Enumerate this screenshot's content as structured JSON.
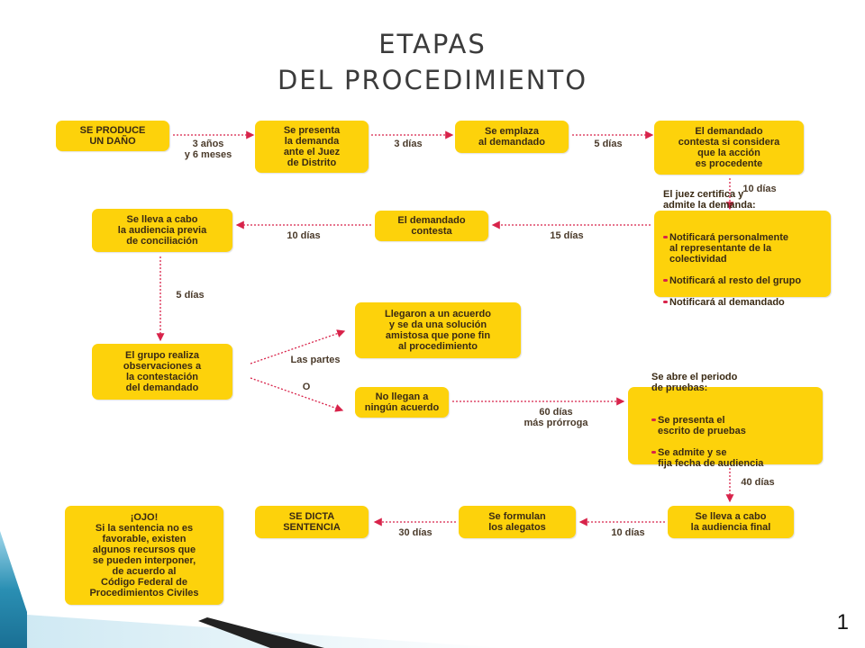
{
  "title_line1": "ETAPAS",
  "title_line2": "DEL PROCEDIMIENTO",
  "nodes": {
    "n1": "SE PRODUCE\nUN DAÑO",
    "n2": "Se presenta\nla demanda\nante el Juez\nde Distrito",
    "n3": "Se emplaza\nal demandado",
    "n4": "El demandado\ncontesta si considera\nque la acción\nes procedente",
    "n5_head": "El juez certifica y\nadmite la demanda:",
    "n5_items": [
      "Notificará personalmente\nal representante de la\ncolectividad",
      "Notificará al resto del grupo",
      "Notificará al demandado"
    ],
    "n6": "El demandado\ncontesta",
    "n7": "Se lleva a cabo\nla audiencia previa\nde conciliación",
    "n8": "El grupo realiza\nobservaciones a\nla contestación\ndel demandado",
    "n9": "Llegaron a un acuerdo\ny se da una solución\namistosa que pone fin\nal procedimiento",
    "n10": "No llegan a\nningún acuerdo",
    "n11_head": "Se abre el periodo\nde pruebas:",
    "n11_items": [
      "Se presenta el\nescrito de pruebas",
      "Se admite y se\nfija fecha de audiencia"
    ],
    "n12": "Se lleva a cabo\nla audiencia final",
    "n13": "Se formulan\nlos alegatos",
    "n14": "SE DICTA\nSENTENCIA",
    "n15": "¡OJO!\nSi la sentencia no es\nfavorable, existen\nalgunos recursos que\nse pueden interponer,\nde acuerdo al\nCódigo Federal de\nProcedimientos Civiles"
  },
  "labels": {
    "l1": "3 años\ny 6 meses",
    "l2": "3 días",
    "l3": "5 días",
    "l4": "10 días",
    "l5": "15 días",
    "l6": "10 días",
    "l7": "5 días",
    "l8": "Las partes",
    "l9": "O",
    "l10": "60 días\nmás prórroga",
    "l11": "40 días",
    "l12": "10 días",
    "l13": "30 días"
  },
  "page_number": "1",
  "colors": {
    "box": "#fdd20b",
    "arrow": "#d8234a",
    "accent_teal": "#2a8fb3"
  }
}
